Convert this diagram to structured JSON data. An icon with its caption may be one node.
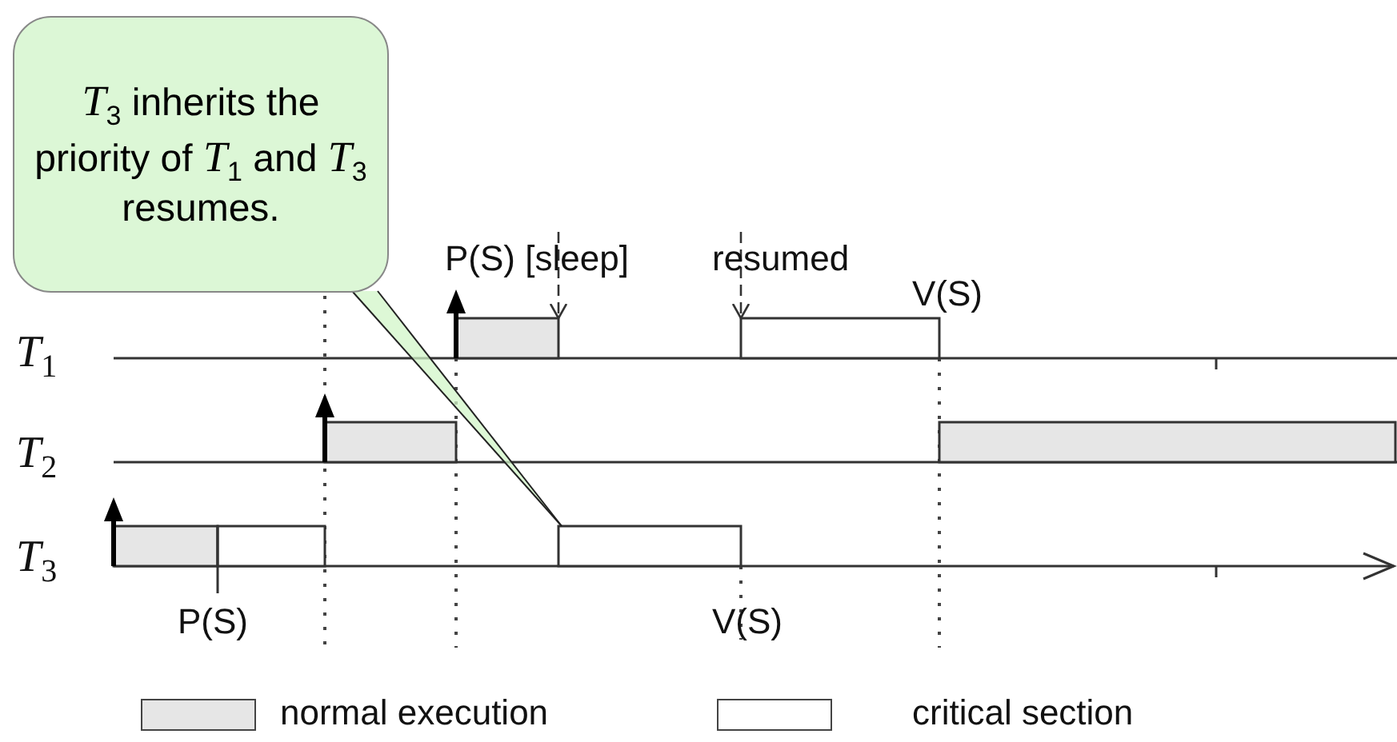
{
  "diagram": {
    "nodes": [
      {
        "text": [
          "*T*$_{3}$ inherits the priority of *T*$_{1}$ and *T*$_{3}$ resumes."
        ]
      },
      {
        "text": [],
        "shape": "bar",
        "beside": [
          "P(S)"
        ]
      },
      {
        "text": [],
        "shape": "bar"
      },
      {
        "text": [],
        "shape": "bar"
      },
      {
        "text": [],
        "shape": "bar",
        "beside": [
          "P(S) [sleep]"
        ]
      },
      {
        "text": [],
        "shape": "bar",
        "beside": [
          "V(S)"
        ]
      },
      {
        "text": [],
        "shape": "bar",
        "beside": [
          "resumed",
          "V(S)"
        ]
      },
      {
        "text": [],
        "shape": "bar"
      }
    ],
    "edges": [
      {
        "from": 0,
        "to": 5,
        "arrow": "none"
      },
      {
        "from": null,
        "to": 4,
        "arrow": "to",
        "style": "dashed"
      },
      {
        "from": null,
        "to": 6,
        "arrow": "to",
        "style": "dashed"
      }
    ],
    "labels": [
      "*T*$_{1}$",
      "*T*$_{2}$",
      "*T*$_{3}$"
    ],
    "legend": [
      {
        "text": "normal execution",
        "color": "#e6e6e6"
      },
      {
        "text": "critical section",
        "color": "#ffffff"
      }
    ]
  }
}
